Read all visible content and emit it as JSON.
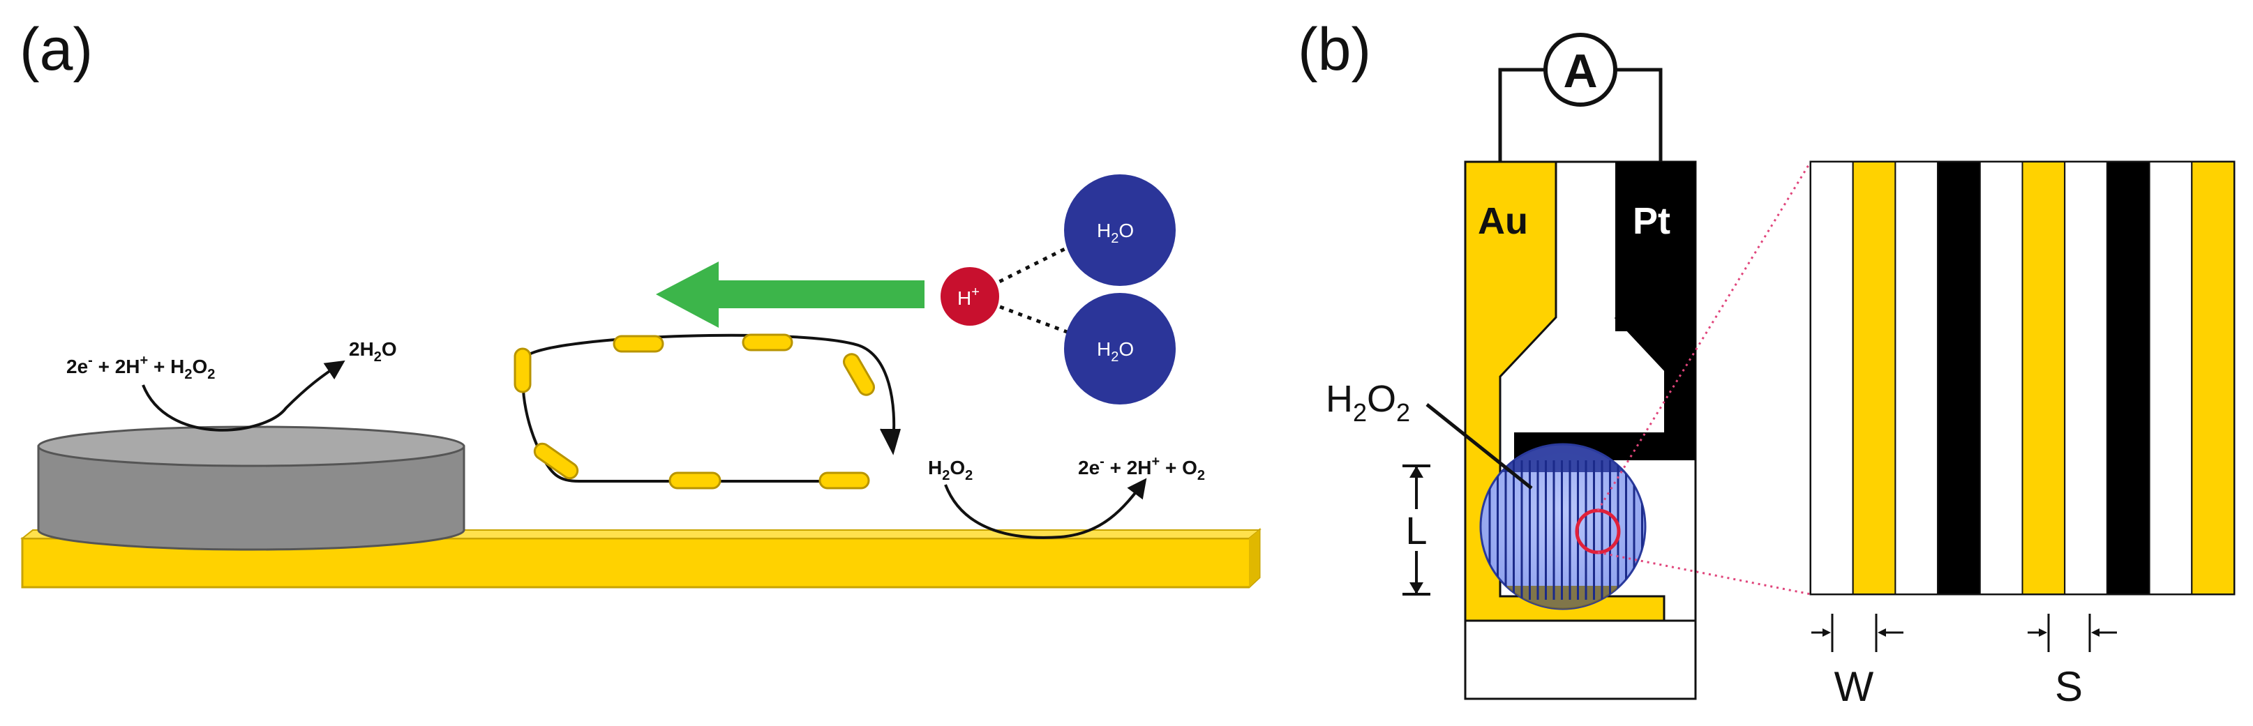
{
  "panel_a": {
    "label": "(a)",
    "reaction_left": {
      "lhs_a": "2e",
      "lhs_a_sup": "-",
      "lhs_b": " + 2H",
      "lhs_b_sup": "+",
      "lhs_c": " +  H",
      "lhs_c_sub": "2",
      "lhs_d": "O",
      "lhs_d_sub": "2",
      "rhs_a": "2H",
      "rhs_a_sub": "2",
      "rhs_b": "O"
    },
    "reaction_right": {
      "lhs_a": "H",
      "lhs_a_sub": "2",
      "lhs_b": "O",
      "lhs_b_sub": "2",
      "rhs_a": "2e",
      "rhs_a_sup": "-",
      "rhs_b": " + 2H",
      "rhs_b_sup": "+",
      "rhs_c": " +  O",
      "rhs_c_sub": "2"
    },
    "proton": {
      "text": "H",
      "sup": "+"
    },
    "water_top": {
      "text": "H",
      "sub": "2",
      "tail": "O"
    },
    "water_bottom": {
      "text": "H",
      "sub": "2",
      "tail": "O"
    },
    "colors": {
      "gold": "#FFD200",
      "gold_edge": "#C9A400",
      "disk": "#8C8C8C",
      "disk_top": "#A9A9A9",
      "arrow_green": "#3CB54A",
      "proton_red": "#C8102E",
      "water_blue": "#2B3599"
    }
  },
  "panel_b": {
    "label": "(b)",
    "ammeter": "A",
    "gold_label": "Au",
    "platinum_label": "Pt",
    "analyte": {
      "text": "H",
      "sub1": "2",
      "mid": "O",
      "sub2": "2"
    },
    "length_label": "L",
    "width_label": "W",
    "spacing_label": "S",
    "colors": {
      "gold": "#FFD200",
      "black": "#000000",
      "drop_blue": "#2A3A9C",
      "drop_light": "#9FB0F2",
      "zoom_line": "#E0457B"
    }
  }
}
